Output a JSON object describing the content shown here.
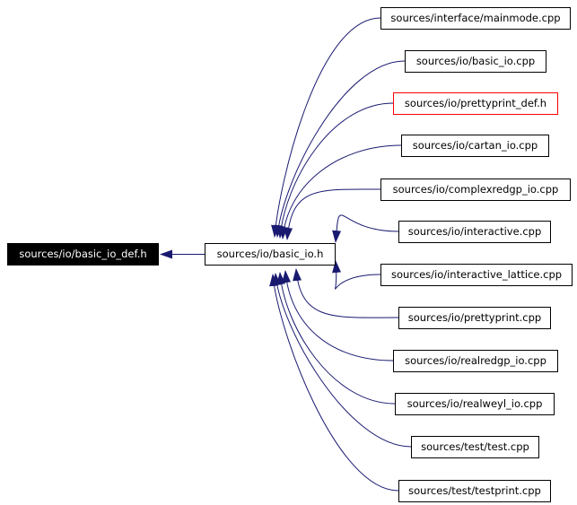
{
  "diagram": {
    "root": {
      "label": "sources/io/basic_io_def.h"
    },
    "hub": {
      "label": "sources/io/basic_io.h"
    },
    "includers": [
      {
        "label": "sources/interface/mainmode.cpp",
        "highlighted": false
      },
      {
        "label": "sources/io/basic_io.cpp",
        "highlighted": false
      },
      {
        "label": "sources/io/prettyprint_def.h",
        "highlighted": true
      },
      {
        "label": "sources/io/cartan_io.cpp",
        "highlighted": false
      },
      {
        "label": "sources/io/complexredgp_io.cpp",
        "highlighted": false
      },
      {
        "label": "sources/io/interactive.cpp",
        "highlighted": false
      },
      {
        "label": "sources/io/interactive_lattice.cpp",
        "highlighted": false
      },
      {
        "label": "sources/io/prettyprint.cpp",
        "highlighted": false
      },
      {
        "label": "sources/io/realredgp_io.cpp",
        "highlighted": false
      },
      {
        "label": "sources/io/realweyl_io.cpp",
        "highlighted": false
      },
      {
        "label": "sources/test/test.cpp",
        "highlighted": false
      },
      {
        "label": "sources/test/testprint.cpp",
        "highlighted": false
      }
    ],
    "colors": {
      "edge": "#191970",
      "highlight_border": "#ff0000",
      "root_fill": "#000000",
      "root_text": "#ffffff"
    }
  }
}
